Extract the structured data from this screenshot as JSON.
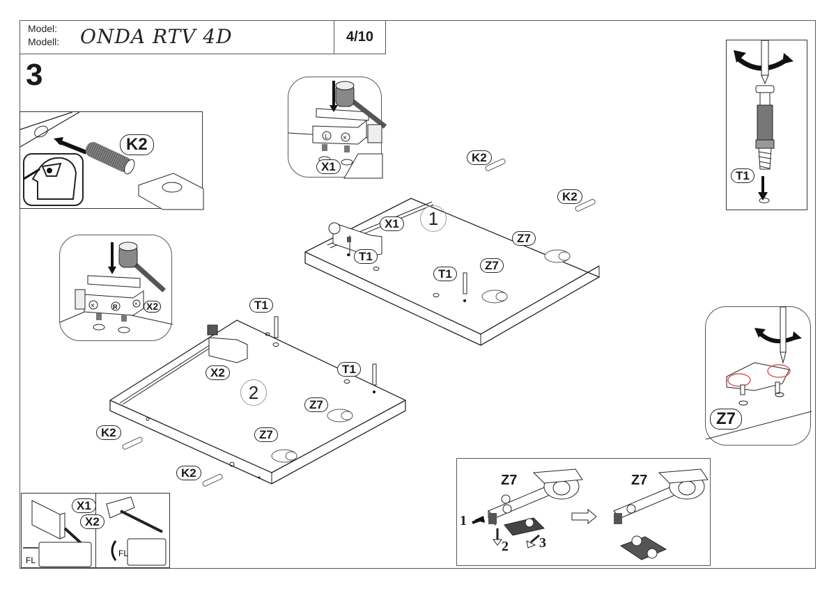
{
  "header": {
    "model_label_en": "Model:",
    "model_label_de": "Modell:",
    "model_name": "ONDA RTV 4D",
    "page": "4/10"
  },
  "step": {
    "number": "3"
  },
  "panels": [
    {
      "number": "1",
      "parts": [
        "X1",
        "T1",
        "T1",
        "Z7",
        "Z7",
        "K2",
        "K2"
      ]
    },
    {
      "number": "2",
      "parts": [
        "X2",
        "T1",
        "T1",
        "Z7",
        "Z7",
        "K2",
        "K2"
      ]
    }
  ],
  "labels": {
    "k2": "K2",
    "x1": "X1",
    "x2": "X2",
    "t1": "T1",
    "z7": "Z7"
  },
  "insets": {
    "dowel_insert": {
      "part": "K2",
      "icon": "safety-goggles-icon"
    },
    "x1_hammer": {
      "part": "X1",
      "marks": [
        "L",
        "×"
      ]
    },
    "x2_hammer": {
      "part": "X2",
      "marks": [
        "×",
        "R",
        "×"
      ]
    },
    "t1_screw": {
      "part": "T1"
    },
    "z7_screw": {
      "part": "Z7"
    },
    "z7_detach": {
      "part": "Z7",
      "steps": [
        "1",
        "2",
        "3"
      ]
    },
    "x_adjust": {
      "parts": [
        "X1",
        "X2"
      ]
    }
  }
}
